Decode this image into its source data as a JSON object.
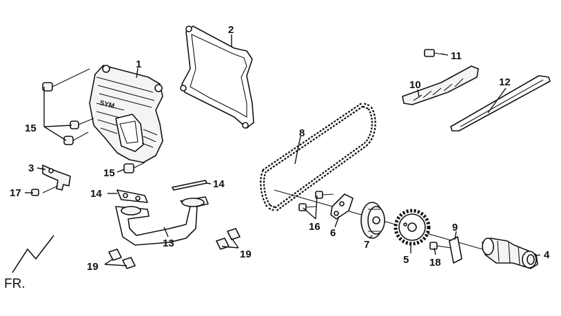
{
  "callouts": {
    "c1": "1",
    "c2": "2",
    "c3": "3",
    "c4": "4",
    "c5": "5",
    "c6": "6",
    "c7": "7",
    "c8": "8",
    "c9": "9",
    "c10": "10",
    "c11": "11",
    "c12": "12",
    "c13": "13",
    "c14a": "14",
    "c14b": "14",
    "c15a": "15",
    "c15b": "15",
    "c16": "16",
    "c17": "17",
    "c18": "18",
    "c19a": "19",
    "c19b": "19"
  },
  "direction_label": "FR."
}
